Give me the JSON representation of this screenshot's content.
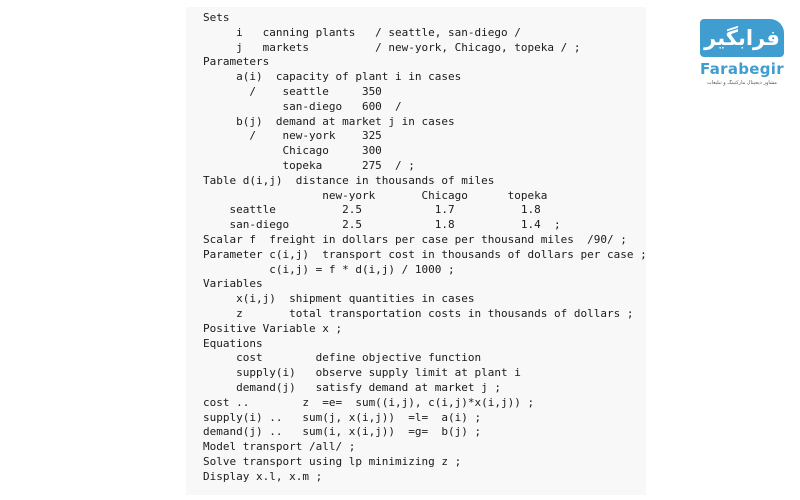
{
  "code": {
    "lines": [
      "Sets",
      "     i   canning plants   / seattle, san-diego /",
      "     j   markets          / new-york, Chicago, topeka / ;",
      "Parameters",
      "     a(i)  capacity of plant i in cases",
      "       /    seattle     350",
      "            san-diego   600  /",
      "     b(j)  demand at market j in cases",
      "       /    new-york    325",
      "            Chicago     300",
      "            topeka      275  / ;",
      "Table d(i,j)  distance in thousands of miles",
      "                  new-york       Chicago      topeka",
      "    seattle          2.5           1.7          1.8",
      "    san-diego        2.5           1.8          1.4  ;",
      "Scalar f  freight in dollars per case per thousand miles  /90/ ;",
      "Parameter c(i,j)  transport cost in thousands of dollars per case ;",
      "          c(i,j) = f * d(i,j) / 1000 ;",
      "Variables",
      "     x(i,j)  shipment quantities in cases",
      "     z       total transportation costs in thousands of dollars ;",
      "Positive Variable x ;",
      "Equations",
      "     cost        define objective function",
      "     supply(i)   observe supply limit at plant i",
      "     demand(j)   satisfy demand at market j ;",
      "cost ..        z  =e=  sum((i,j), c(i,j)*x(i,j)) ;",
      "supply(i) ..   sum(j, x(i,j))  =l=  a(i) ;",
      "demand(j) ..   sum(i, x(i,j))  =g=  b(j) ;",
      "Model transport /all/ ;",
      "Solve transport using lp minimizing z ;",
      "Display x.l, x.m ;"
    ]
  },
  "logo": {
    "mark_text": "فرابگیر",
    "name": "Farabegir",
    "tagline": "مشاور دیجیتال مارکتینگ و تبلیغات",
    "brand_color": "#3f9dd0"
  }
}
